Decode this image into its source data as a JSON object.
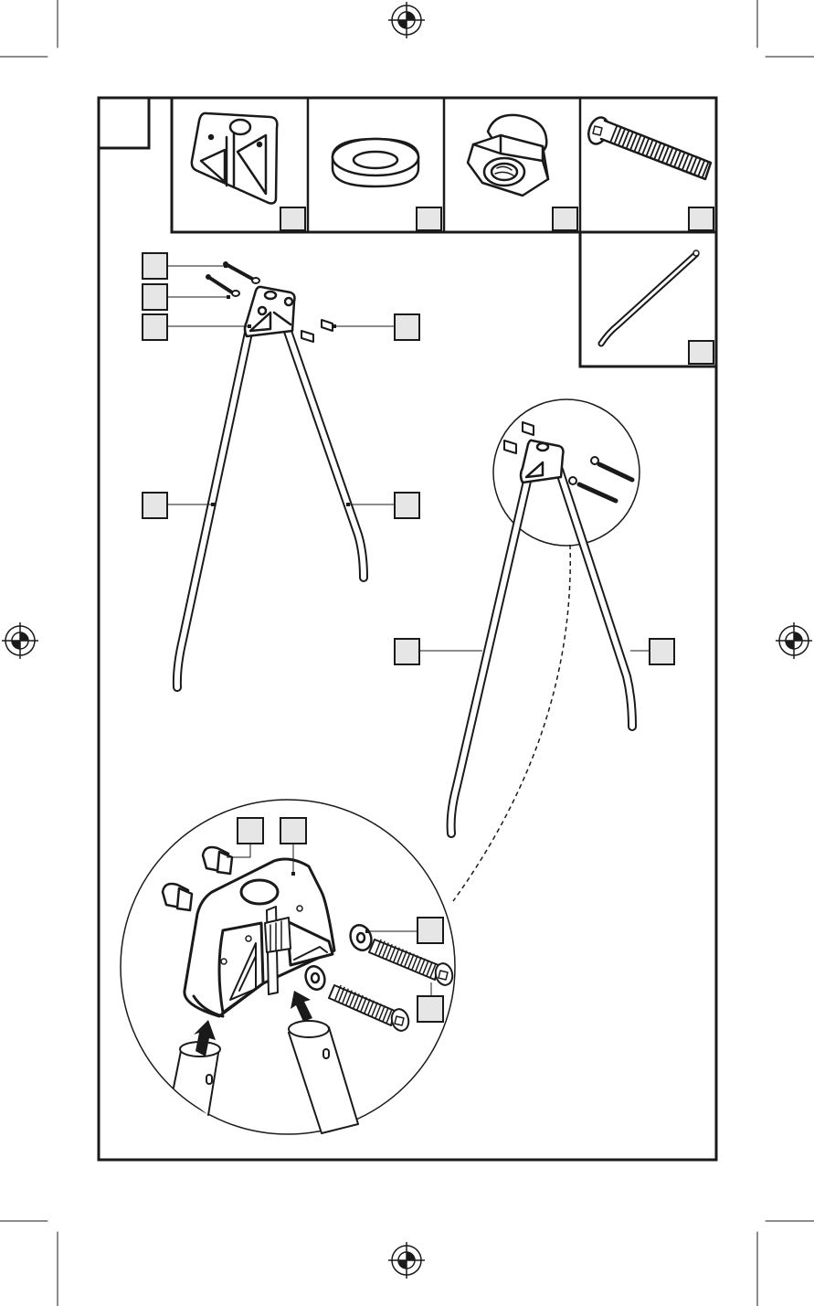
{
  "page": {
    "step_number": "",
    "colors": {
      "ink": "#1a1a1a",
      "label_fill": "#e6e6e6",
      "paper": "#ffffff"
    }
  },
  "parts": [
    {
      "name": "leg-bracket",
      "label": ""
    },
    {
      "name": "washer",
      "label": ""
    },
    {
      "name": "cap-nut",
      "label": ""
    },
    {
      "name": "bolt",
      "label": ""
    },
    {
      "name": "hex-key",
      "label": ""
    }
  ],
  "callouts": {
    "top_view": [
      "",
      "",
      "",
      "",
      "",
      ""
    ],
    "middle_view": [
      "",
      ""
    ],
    "detail_view": [
      "",
      "",
      "",
      ""
    ]
  }
}
